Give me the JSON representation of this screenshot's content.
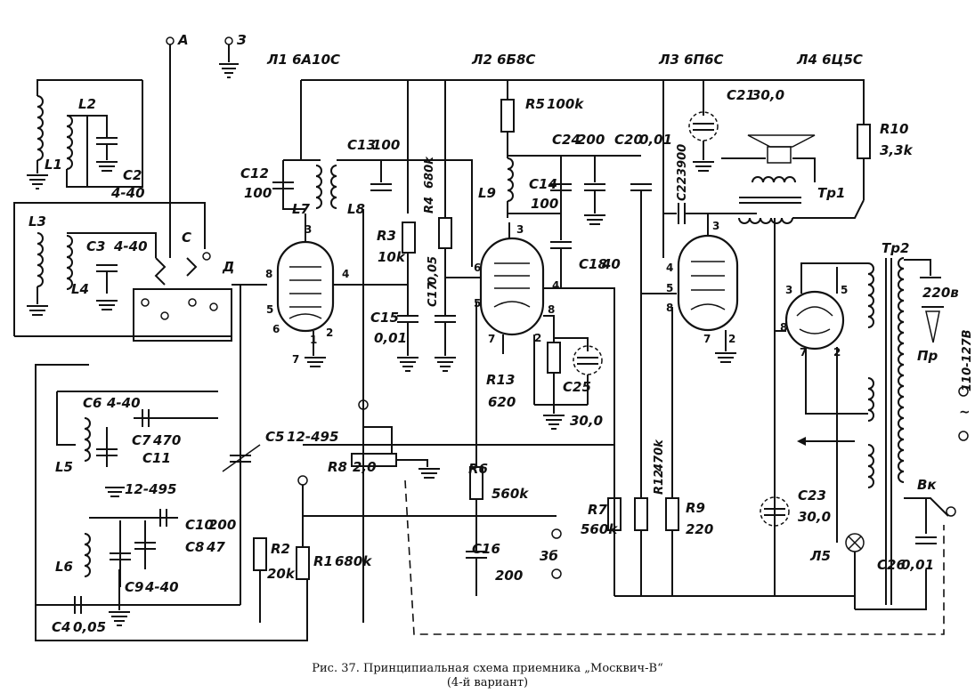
{
  "caption": {
    "line1": "Рис. 37. Принципиальная схема приемника „Москвич-В“",
    "line2": "(4-й вариант)"
  },
  "terminals": {
    "antenna": "А",
    "ground": "З",
    "pickup": "3б",
    "mains": "110-127В",
    "ac": "~",
    "mains_220": "220в"
  },
  "tubes": {
    "l1": "Л1 6А10С",
    "l2": "Л2 6Б8С",
    "l3": "Л3 6П6С",
    "l4": "Л4 6Ц5С",
    "l5": "Л5"
  },
  "coils": {
    "l1": "L1",
    "l2": "L2",
    "l3": "L3",
    "l4": "L4",
    "l5": "L5",
    "l6": "L6",
    "l7": "L7",
    "l8": "L8",
    "l9": "L9"
  },
  "components": {
    "c2": "C2",
    "c2v": "4-40",
    "c3": "C3",
    "c3v": "4-40",
    "c4": "C4",
    "c4v": "0,05",
    "c5": "C5",
    "c5v": "12-495",
    "c6": "C6",
    "c6v": "4-40",
    "c7": "C7",
    "c7v": "470",
    "c8": "C8",
    "c8v": "47",
    "c9": "C9",
    "c9v": "4-40",
    "c10": "C10",
    "c10v": "200",
    "c11": "C11",
    "c11v": "12-495",
    "c12": "C12",
    "c12v": "100",
    "c13": "C13",
    "c13v": "100",
    "c14": "C14",
    "c14v": "100",
    "c15": "C15",
    "c15v": "0,01",
    "c16": "C16",
    "c16v": "200",
    "c17": "C17",
    "c17v": "0,05",
    "c18": "C18",
    "c18v": "40",
    "c20": "C20",
    "c20v": "0,01",
    "c21": "C21",
    "c21v": "30,0",
    "c22": "C22",
    "c22v": "3900",
    "c23": "C23",
    "c23v": "30,0",
    "c24": "C24",
    "c24v": "200",
    "c25": "C25",
    "c25v": "30,0",
    "c26": "C26",
    "c26v": "0,01",
    "r1": "R1",
    "r1v": "680k",
    "r2": "R2",
    "r2v": "20k",
    "r3": "R3",
    "r3v": "10k",
    "r4": "R4",
    "r4v": "680k",
    "r5": "R5",
    "r5v": "100k",
    "r6": "R6",
    "r6v": "560k",
    "r7": "R7",
    "r7v": "560k",
    "r8": "R8",
    "r8v": "2,0",
    "r9": "R9",
    "r9v": "220",
    "r10": "R10",
    "r10v": "3,3k",
    "r12": "R12",
    "r12v": "470k",
    "r13": "R13",
    "r13v": "620"
  },
  "transformers": {
    "tr1": "Тр1",
    "tr2": "Тр2"
  },
  "misc": {
    "switch_c": "С",
    "switch_d": "Д",
    "fuse": "Пр",
    "mains_switch": "Вк"
  },
  "pins": [
    "1",
    "2",
    "3",
    "4",
    "5",
    "6",
    "7",
    "8"
  ]
}
